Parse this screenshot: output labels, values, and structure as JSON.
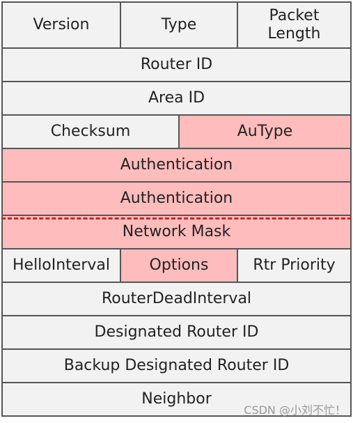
{
  "rows": [
    {
      "cells": [
        "Version",
        "Type",
        "Packet Length"
      ]
    },
    {
      "cells": [
        "Router ID"
      ]
    },
    {
      "cells": [
        "Area ID"
      ]
    },
    {
      "cells": [
        "Checksum",
        "AuType"
      ]
    },
    {
      "cells": [
        "Authentication"
      ]
    },
    {
      "cells": [
        "Authentication"
      ]
    },
    {
      "cells": [
        "Network Mask"
      ]
    },
    {
      "cells": [
        "HelloInterval",
        "Options",
        "Rtr Priority"
      ]
    },
    {
      "cells": [
        "RouterDeadInterval"
      ]
    },
    {
      "cells": [
        "Designated Router ID"
      ]
    },
    {
      "cells": [
        "Backup Designated Router ID"
      ]
    },
    {
      "cells": [
        "Neighbor"
      ]
    }
  ],
  "watermark": "CSDN @小刘不忙！",
  "colors": {
    "highlight": "#ffbcbc",
    "default": "#f2f2f2",
    "separator": "#c62828"
  }
}
